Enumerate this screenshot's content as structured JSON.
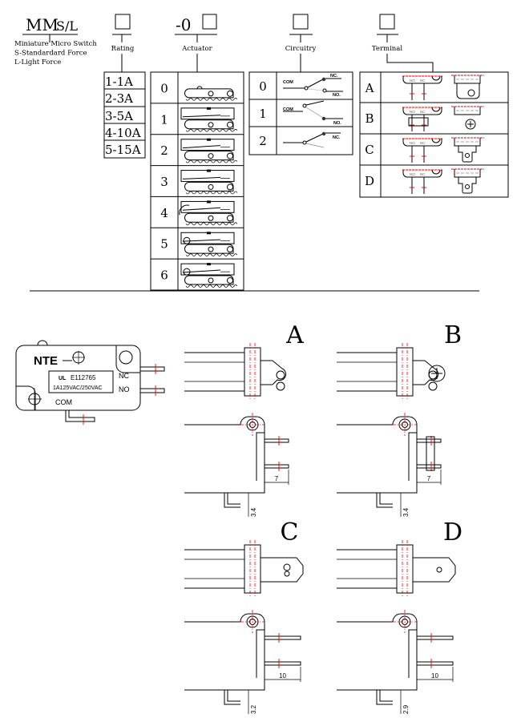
{
  "part_code": {
    "prefix": "MM",
    "force": "S/L",
    "actuator_prefix": "-0"
  },
  "description": {
    "line1": "Miniature Micro Switch",
    "line2": "S-Standardard Force",
    "line3": "L-Light Force"
  },
  "labels": {
    "rating": "Rating",
    "actuator": "Actuator",
    "circuitry": "Circuitry",
    "terminal": "Terminal"
  },
  "rating_options": [
    "1-1A",
    "2-3A",
    "3-5A",
    "4-10A",
    "5-15A"
  ],
  "actuator_options": [
    "0",
    "1",
    "2",
    "3",
    "4",
    "5",
    "6"
  ],
  "circuitry_options": [
    {
      "code": "0",
      "com": "COM",
      "nc": "NC.",
      "no": "NO."
    },
    {
      "code": "1",
      "com": "COM",
      "no": "NO."
    },
    {
      "code": "2",
      "nc": "NC."
    }
  ],
  "terminal_options": [
    "A",
    "B",
    "C",
    "D"
  ],
  "terminal_pin_labels": {
    "no": "NO",
    "nc": "NC"
  },
  "switch_front": {
    "brand": "NTE",
    "cert": "E112765",
    "cert_mark": "UL",
    "rating": "1A125VAC/250VAC",
    "nc": "NC",
    "no": "NO",
    "com": "COM"
  },
  "views": {
    "a": {
      "letter": "A",
      "dim_width": "7",
      "dim_height": "3.4"
    },
    "b": {
      "letter": "B",
      "dim_width": "7",
      "dim_height": "3.4"
    },
    "c": {
      "letter": "C",
      "dim_width": "10",
      "dim_height": "3.2"
    },
    "d": {
      "letter": "D",
      "dim_width": "10",
      "dim_height": "2.9"
    }
  },
  "colors": {
    "line": "#000000",
    "centerline": "#ee0000"
  }
}
